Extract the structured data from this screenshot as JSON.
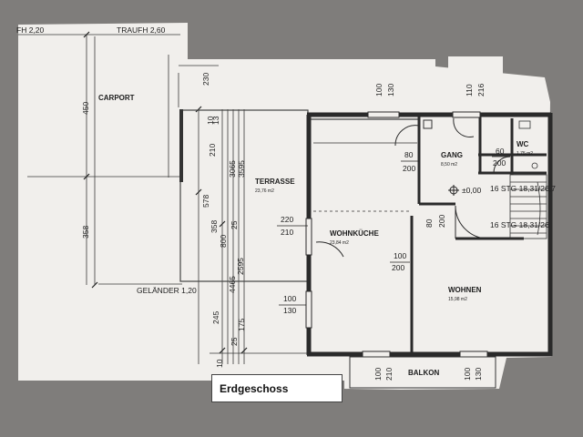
{
  "title": "Erdgeschoss",
  "top_labels": {
    "fh": "FH 2,20",
    "traufh": "TRAUFH 2,60"
  },
  "rooms": {
    "carport": {
      "name": "CARPORT"
    },
    "terrasse": {
      "name": "TERRASSE",
      "area": "23,76 m2"
    },
    "gang": {
      "name": "GANG",
      "area": "8,50 m2"
    },
    "wc": {
      "name": "WC",
      "area": "1,75 m2"
    },
    "wohnkueche": {
      "name": "WOHNKÜCHE",
      "area": "23,84 m2"
    },
    "wohnen": {
      "name": "WOHNEN",
      "area": "15,98 m2"
    },
    "balkon": {
      "name": "BALKON"
    }
  },
  "gelaender": "GELÄNDER 1,20",
  "level_mark": "±0,00",
  "stairs": [
    "16 STG 18,31/26,7",
    "16 STG 18,31/26"
  ],
  "dimensions": {
    "left_450": "450",
    "left_358": "358",
    "d230": "230",
    "col_210": "210",
    "col_578": "578",
    "col_358": "358",
    "col_245": "245",
    "col_800": "800",
    "col_3065": "3065",
    "col_3595": "3595",
    "col_13": "13",
    "col_10a": "10",
    "col_10b": "10",
    "col_25a": "25",
    "col_25b": "25",
    "col_4465": "4465",
    "col_2595": "2595",
    "col_175": "175",
    "door_top_1": "100",
    "door_top_2": "130",
    "door_top_3": "110",
    "door_top_4": "216",
    "gang_door_w": "80",
    "gang_door_h": "200",
    "wc_door_w": "60",
    "wc_door_h": "200",
    "kitchen_door_w": "220",
    "kitchen_door_h": "210",
    "inner_door_w": "100",
    "inner_door_h": "200",
    "stair_door_w": "80",
    "stair_door_h": "200",
    "west_win_w": "100",
    "west_win_h": "130",
    "balkon_left_w": "100",
    "balkon_left_h": "210",
    "balkon_right_w": "100",
    "balkon_right_h": "130"
  }
}
